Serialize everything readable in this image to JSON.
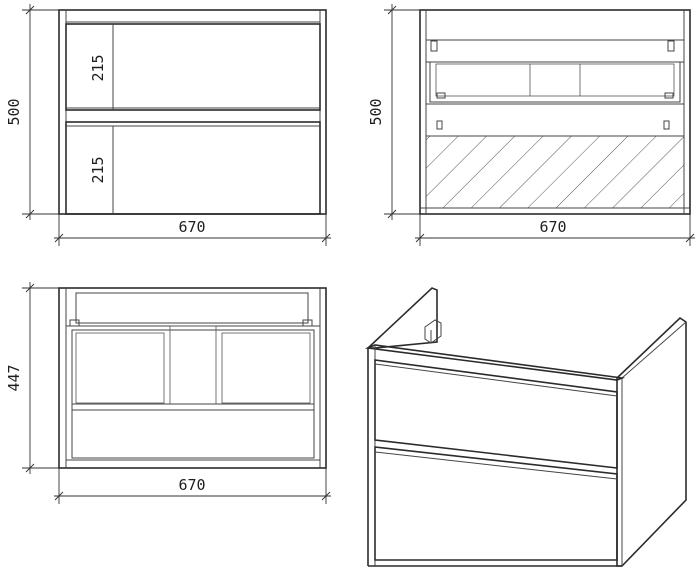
{
  "diagram": {
    "front_view": {
      "width_label": "670",
      "height_label": "500",
      "top_drawer_label": "215",
      "bottom_drawer_label": "215"
    },
    "back_view": {
      "width_label": "670",
      "height_label": "500"
    },
    "top_view": {
      "width_label": "670",
      "depth_label": "447"
    }
  }
}
